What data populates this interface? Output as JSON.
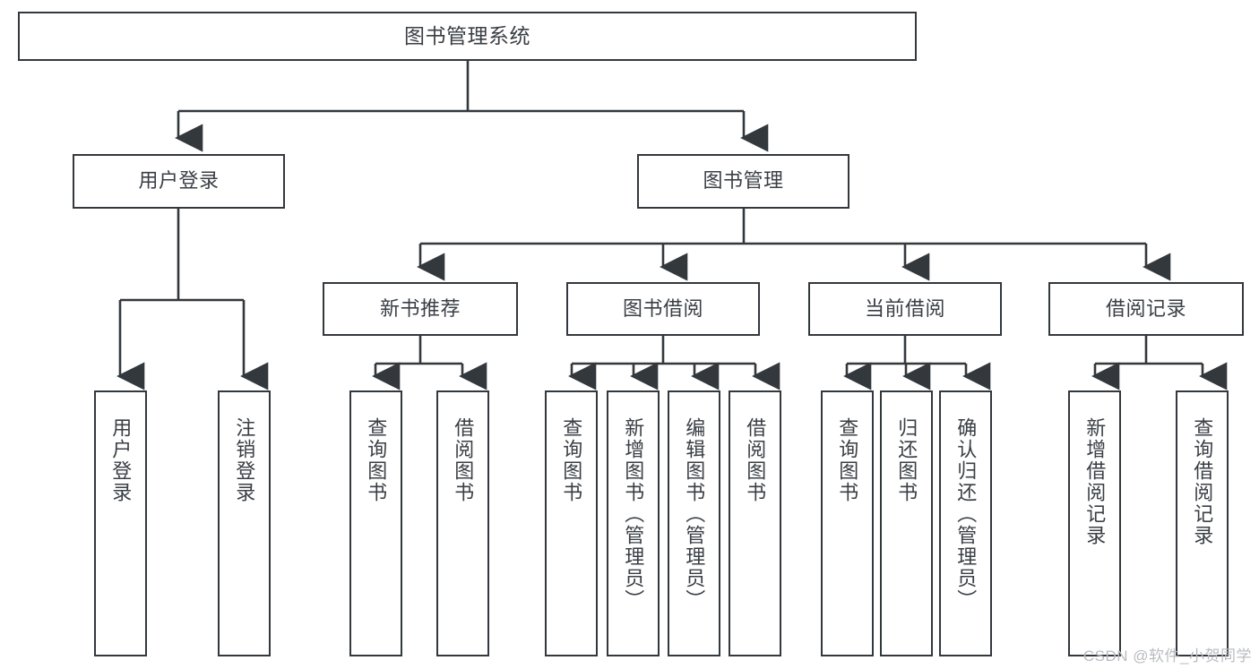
{
  "diagram": {
    "title": "图书管理系统",
    "watermark": "CSDN @软件_小贺同学",
    "line_color": "#33383d",
    "text_color": "#3a3f45",
    "background": "#ffffff",
    "root": {
      "label": "图书管理系统"
    },
    "level1": [
      {
        "label": "用户登录"
      },
      {
        "label": "图书管理"
      }
    ],
    "level2": [
      {
        "label": "新书推荐"
      },
      {
        "label": "图书借阅"
      },
      {
        "label": "当前借阅"
      },
      {
        "label": "借阅记录"
      }
    ],
    "leaves": {
      "user_login": [
        {
          "label": "用户登录"
        },
        {
          "label": "注销登录"
        }
      ],
      "new_book": [
        {
          "label": "查询图书"
        },
        {
          "label": "借阅图书"
        }
      ],
      "book_borrow": [
        {
          "label": "查询图书"
        },
        {
          "label": "新增图书（管理员）"
        },
        {
          "label": "编辑图书（管理员）"
        },
        {
          "label": "借阅图书"
        }
      ],
      "current_borrow": [
        {
          "label": "查询图书"
        },
        {
          "label": "归还图书"
        },
        {
          "label": "确认归还（管理员）"
        }
      ],
      "borrow_record": [
        {
          "label": "新增借阅记录"
        },
        {
          "label": "查询借阅记录"
        }
      ]
    }
  }
}
